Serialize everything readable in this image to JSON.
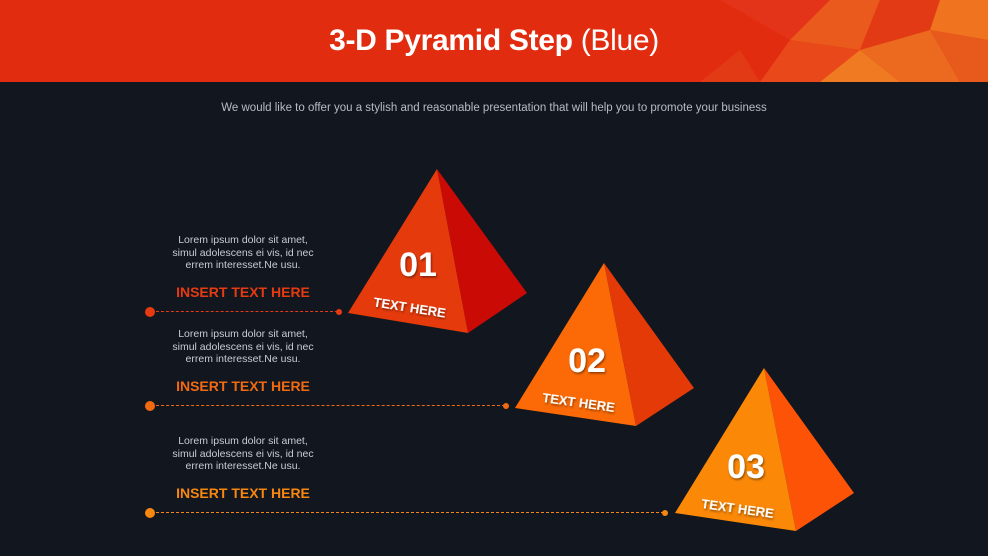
{
  "header": {
    "title_bold": "3-D Pyramid Step",
    "title_light": "(Blue)",
    "background_color": "#e22c10"
  },
  "subtitle": "We would like to offer you a stylish and reasonable presentation that will help you to promote your business",
  "steps": [
    {
      "number": "01",
      "label": "TEXT HERE",
      "description_lines": [
        "Lorem ipsum dolor sit amet,",
        "simul adolescens ei vis, id nec",
        "errem interesset.Ne usu."
      ],
      "heading": "INSERT TEXT HERE",
      "accent_color": "#e63a10",
      "face_left": "#e53b0c",
      "face_right": "#c90a05"
    },
    {
      "number": "02",
      "label": "TEXT HERE",
      "description_lines": [
        "Lorem ipsum dolor sit amet,",
        "simul adolescens ei vis, id nec",
        "errem interesset.Ne usu."
      ],
      "heading": "INSERT TEXT HERE",
      "accent_color": "#f26a10",
      "face_left": "#fb6a06",
      "face_right": "#e33a07"
    },
    {
      "number": "03",
      "label": "TEXT HERE",
      "description_lines": [
        "Lorem ipsum dolor sit amet,",
        "simul adolescens ei vis, id nec",
        "errem interesset.Ne usu."
      ],
      "heading": "INSERT TEXT HERE",
      "accent_color": "#f7870e",
      "face_left": "#fb8807",
      "face_right": "#fd5307"
    }
  ]
}
